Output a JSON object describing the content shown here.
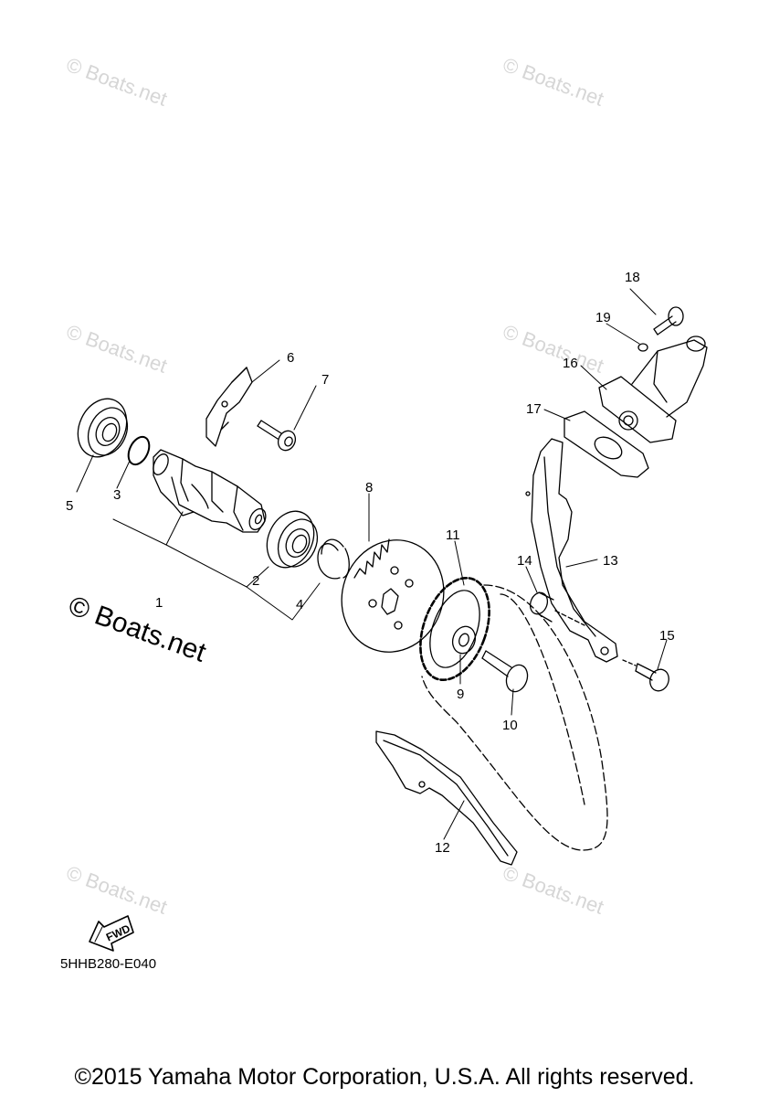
{
  "watermarks": [
    {
      "id": "wm1",
      "text": "© Boats.net"
    },
    {
      "id": "wm2",
      "text": "© Boats.net"
    },
    {
      "id": "wm3",
      "text": "© Boats.net"
    },
    {
      "id": "wm4",
      "text": "© Boats.net"
    },
    {
      "id": "wm5",
      "text": "© Boats.net"
    },
    {
      "id": "wm6",
      "text": "© Boats.net"
    }
  ],
  "watermark_strong": "© Boats.net",
  "callouts": {
    "p1": "1",
    "p2": "2",
    "p3": "3",
    "p4": "4",
    "p5": "5",
    "p6": "6",
    "p7": "7",
    "p8": "8",
    "p9": "9",
    "p10": "10",
    "p11": "11",
    "p12": "12",
    "p13": "13",
    "p14": "14",
    "p15": "15",
    "p16": "16",
    "p17": "17",
    "p18": "18",
    "p19": "19"
  },
  "fwd_arrow_label": "FWD",
  "diagram_code": "5HHB280-E040",
  "copyright": "©2015 Yamaha Motor Corporation, U.S.A. All rights reserved."
}
